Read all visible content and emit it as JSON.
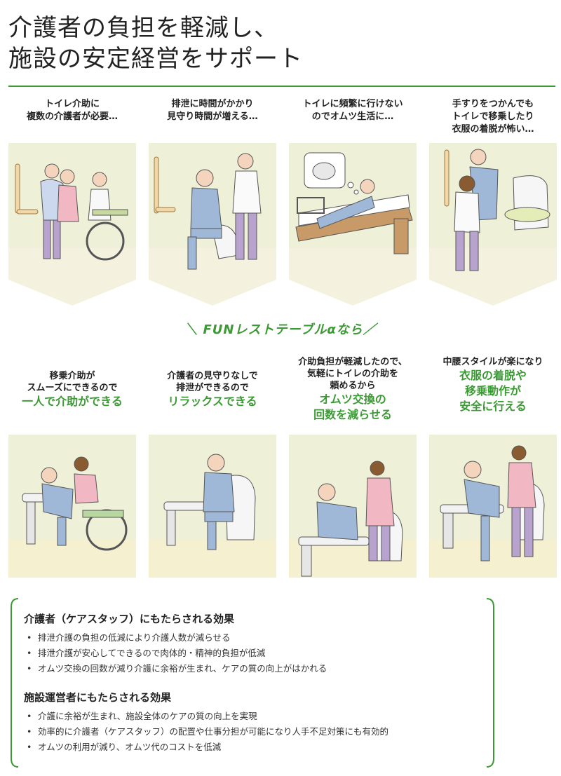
{
  "headline": {
    "line1": "介護者の負担を軽減し、",
    "line2": "施設の安定経営をサポート"
  },
  "problems": [
    {
      "lines": [
        "トイレ介助に",
        "複数の介護者が必要…"
      ],
      "icon": "two-caregivers-lifting-patient"
    },
    {
      "lines": [
        "排泄に時間がかかり",
        "見守り時間が増える…"
      ],
      "icon": "caregiver-watching-toilet"
    },
    {
      "lines": [
        "トイレに頻繁に行けない",
        "のでオムツ生活に…"
      ],
      "icon": "patient-in-bed-thinking-toilet"
    },
    {
      "lines": [
        "手すりをつかんでも",
        "トイレで移乗したり",
        "衣服の着脱が怖い…"
      ],
      "icon": "caregiver-hugging-patient-at-toilet"
    }
  ],
  "bridge": "＼ FUNレストテーブルαなら／",
  "solutions": [
    {
      "small": [
        "移乗介助が",
        "スムーズにできるので"
      ],
      "highlight": [
        "一人で介助ができる"
      ],
      "icon": "single-caregiver-transfer"
    },
    {
      "small": [
        "介護者の見守りなしで",
        "排泄ができるので"
      ],
      "highlight": [
        "リラックスできる"
      ],
      "icon": "patient-resting-on-table"
    },
    {
      "small": [
        "介助負担が軽減したので、",
        "気軽にトイレの介助を",
        "頼めるから"
      ],
      "highlight": [
        "オムツ交換の",
        "回数を減らせる"
      ],
      "icon": "caregiver-assisting-patient"
    },
    {
      "small": [
        "中腰スタイルが楽になり"
      ],
      "highlight": [
        "衣服の着脱や",
        "移乗動作が",
        "安全に行える"
      ],
      "icon": "patient-half-standing"
    }
  ],
  "effects": {
    "caregivers": {
      "title": "介護者（ケアスタッフ）にもたらされる効果",
      "items": [
        "排泄介護の負担の低減により介護人数が減らせる",
        "排泄介護が安心してできるので肉体的・精神的負担が低減",
        "オムツ交換の回数が減り介護に余裕が生まれ、ケアの質の向上がはかれる"
      ]
    },
    "operators": {
      "title": "施設運営者にもたらされる効果",
      "items": [
        "介護に余裕が生まれ、施設全体のケアの質の向上を実現",
        "効率的に介護者（ケアスタッフ）の配置や仕事分担が可能になり人手不足対策にも有効的",
        "オムツの利用が減り、オムツ代のコストを低減"
      ]
    }
  },
  "colors": {
    "accent_green": "#3c9a35",
    "panel_wall": "#eef0d8",
    "panel_floor": "#f5f0d0",
    "patient_blue": "#9fb8d8",
    "caregiver_pink": "#f1b8c4"
  }
}
